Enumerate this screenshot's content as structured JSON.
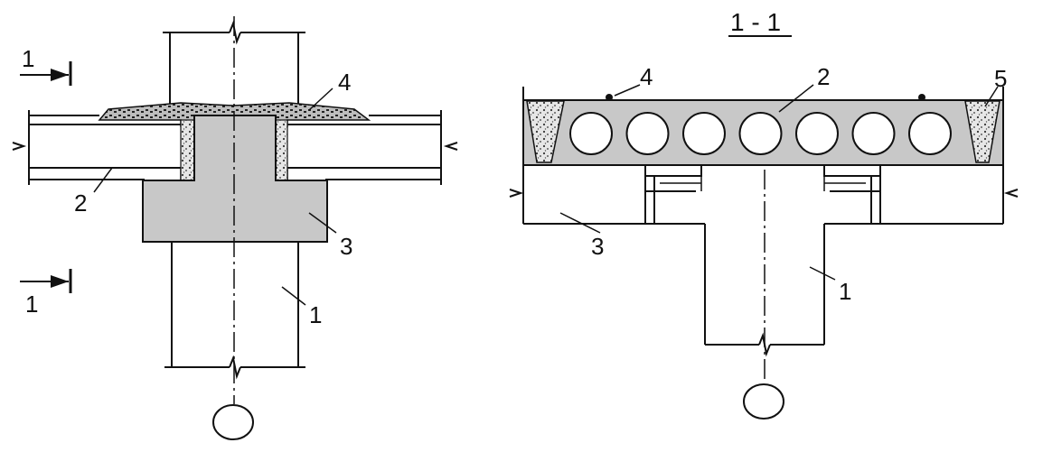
{
  "section_title": "1 - 1",
  "plan_view": {
    "cut_marker_top": "1",
    "cut_marker_bottom": "1",
    "callouts": [
      "1",
      "2",
      "3",
      "4"
    ]
  },
  "section_view": {
    "callouts": [
      "1",
      "2",
      "3",
      "4",
      "5"
    ],
    "slab_void_count": 7
  },
  "colors": {
    "line": "#111111",
    "concrete_fill": "#c8c8c8",
    "grout_fill": "#e4e4e4"
  }
}
